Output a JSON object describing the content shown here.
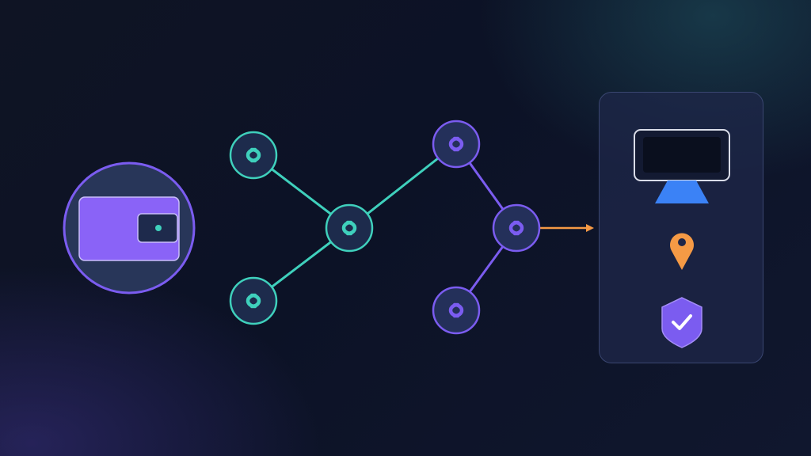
{
  "diagram": {
    "colors": {
      "teal": "#3fd0bc",
      "purple": "#7b5cf0",
      "node_fill": "#1d2b4c",
      "wallet_fill": "#8a63f7",
      "wallet_ring": "#7b5cf0",
      "wallet_ring_fill": "#283659",
      "arrow": "#f59a45",
      "panel_fill": "#1e2648",
      "panel_border": "#3a4670",
      "monitor_stand": "#3b82f6",
      "pin": "#f59a45",
      "shield": "#7b5cf0"
    },
    "wallet": {
      "icon": "wallet-icon"
    },
    "nodes": [
      {
        "id": "n1",
        "color": "teal",
        "icon": "link-icon"
      },
      {
        "id": "n2",
        "color": "teal",
        "icon": "link-icon"
      },
      {
        "id": "n3",
        "color": "teal",
        "icon": "link-icon"
      },
      {
        "id": "n4",
        "color": "purple",
        "icon": "link-icon"
      },
      {
        "id": "n5",
        "color": "purple",
        "icon": "link-icon"
      },
      {
        "id": "n6",
        "color": "purple",
        "icon": "link-icon"
      }
    ],
    "edges": [
      {
        "from": "n1",
        "to": "n3",
        "color": "teal"
      },
      {
        "from": "n2",
        "to": "n3",
        "color": "teal"
      },
      {
        "from": "n3",
        "to": "n4",
        "color": "teal"
      },
      {
        "from": "n4",
        "to": "n6",
        "color": "purple"
      },
      {
        "from": "n5",
        "to": "n6",
        "color": "purple"
      }
    ],
    "arrow": {
      "from": "n6",
      "to": "destination-panel",
      "color": "arrow"
    },
    "panel": {
      "icons": [
        "monitor-icon",
        "location-pin-icon",
        "shield-check-icon"
      ]
    }
  }
}
